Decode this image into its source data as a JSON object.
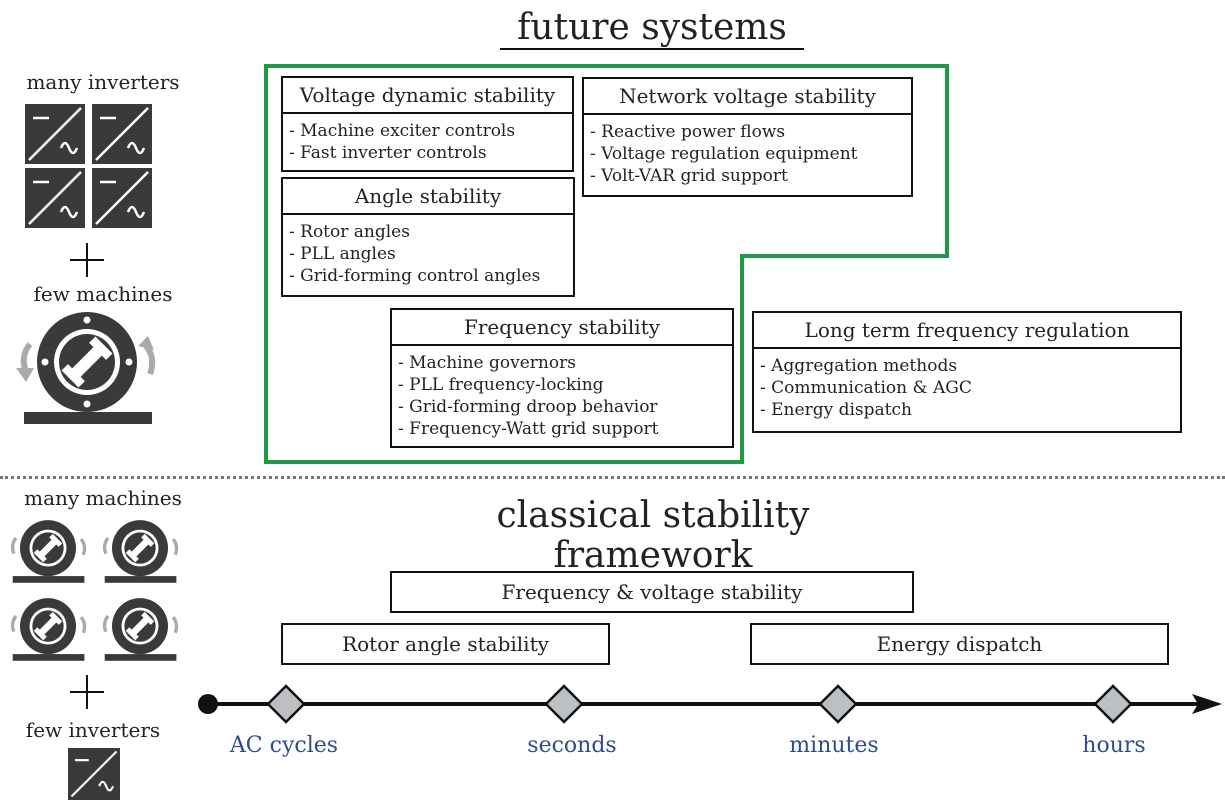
{
  "top": {
    "title": "future systems",
    "left_top_label": "many inverters",
    "left_bottom_label": "few machines",
    "boxes": [
      {
        "heading": "Voltage dynamic stability",
        "items": [
          "- Machine exciter controls",
          "- Fast inverter controls"
        ]
      },
      {
        "heading": "Network voltage stability",
        "items": [
          "- Reactive power flows",
          "- Voltage regulation equipment",
          "- Volt-VAR grid support"
        ]
      },
      {
        "heading": "Angle stability",
        "items": [
          "- Rotor angles",
          "- PLL angles",
          "- Grid-forming control angles"
        ]
      },
      {
        "heading": "Frequency stability",
        "items": [
          "- Machine governors",
          "- PLL frequency-locking",
          "- Grid-forming droop behavior",
          "- Frequency-Watt grid support"
        ]
      },
      {
        "heading": "Long term frequency regulation",
        "items": [
          "- Aggregation methods",
          "- Communication & AGC",
          "- Energy dispatch"
        ]
      }
    ],
    "highlight_color": "#1e9a46"
  },
  "bottom": {
    "title": "classical stability framework",
    "left_top_label": "many machines",
    "left_bottom_label": "few inverters",
    "bars": [
      "Frequency & voltage stability",
      "Rotor angle stability",
      "Energy dispatch"
    ],
    "timeline": [
      "AC cycles",
      "seconds",
      "minutes",
      "hours"
    ],
    "timeline_label_color": "#2f4b8f"
  },
  "icons": [
    "inverter-icon",
    "machine-icon",
    "plus-icon"
  ]
}
